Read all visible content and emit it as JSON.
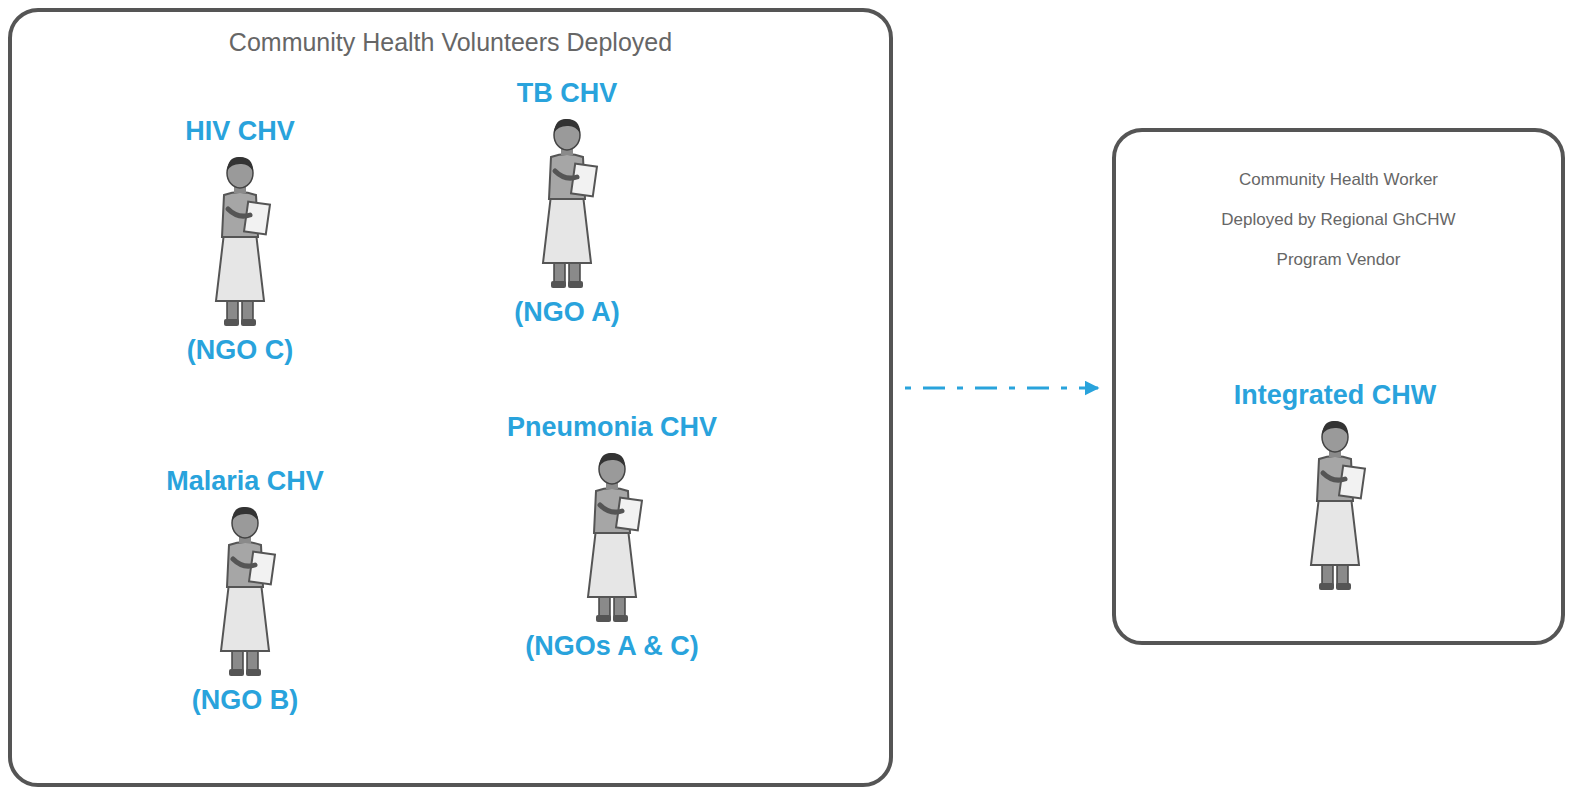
{
  "diagram": {
    "nodes": [
      {
        "text": [
          "Community Health Volunteers Deployed"
        ]
      },
      {
        "text": [
          "HIV CHV",
          "(NGO C)"
        ],
        "in": 0
      },
      {
        "text": [
          "TB CHV",
          "(NGO A)"
        ],
        "in": 0
      },
      {
        "text": [
          "Malaria CHV",
          "(NGO B)"
        ],
        "in": 0
      },
      {
        "text": [
          "Pneumonia CHV",
          "(NGOs A & C)"
        ],
        "in": 0
      },
      {
        "text": [
          "Community Health Worker Deployed by Regional GhCHW Program Vendor"
        ]
      },
      {
        "text": [
          "Integrated CHW"
        ],
        "in": 5
      }
    ],
    "edges": [
      {
        "from": 0,
        "to": 5,
        "arrow": "to"
      }
    ]
  }
}
